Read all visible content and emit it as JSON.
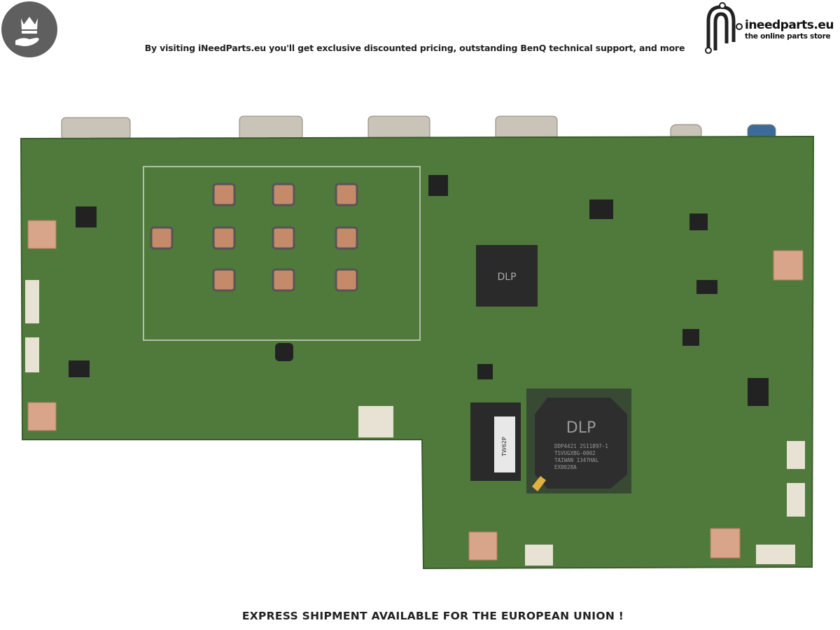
{
  "header": {
    "tagline": "By visiting iNeedParts.eu you'll get exclusive discounted pricing, outstanding BenQ technical support, and more",
    "logo_name": "ineedparts.eu",
    "logo_subtitle": "the online parts store",
    "badge_icon": "crown-hand-icon"
  },
  "product": {
    "main_chip_brand": "DLP",
    "main_chip_lines": [
      "DDP4421   2S11897-1",
      "TSVUGXBG-0002",
      "TAIWAN 1347HAL",
      "EX0028A"
    ],
    "secondary_chip_brand": "DLP",
    "memory_label": "TW62P"
  },
  "footer": {
    "shipping_notice": "EXPRESS SHIPMENT AVAILABLE FOR THE EUROPEAN UNION !"
  },
  "colors": {
    "pcb": "#4f7a3c",
    "chip": "#2a2a2a",
    "badge": "#5f5f5f"
  }
}
